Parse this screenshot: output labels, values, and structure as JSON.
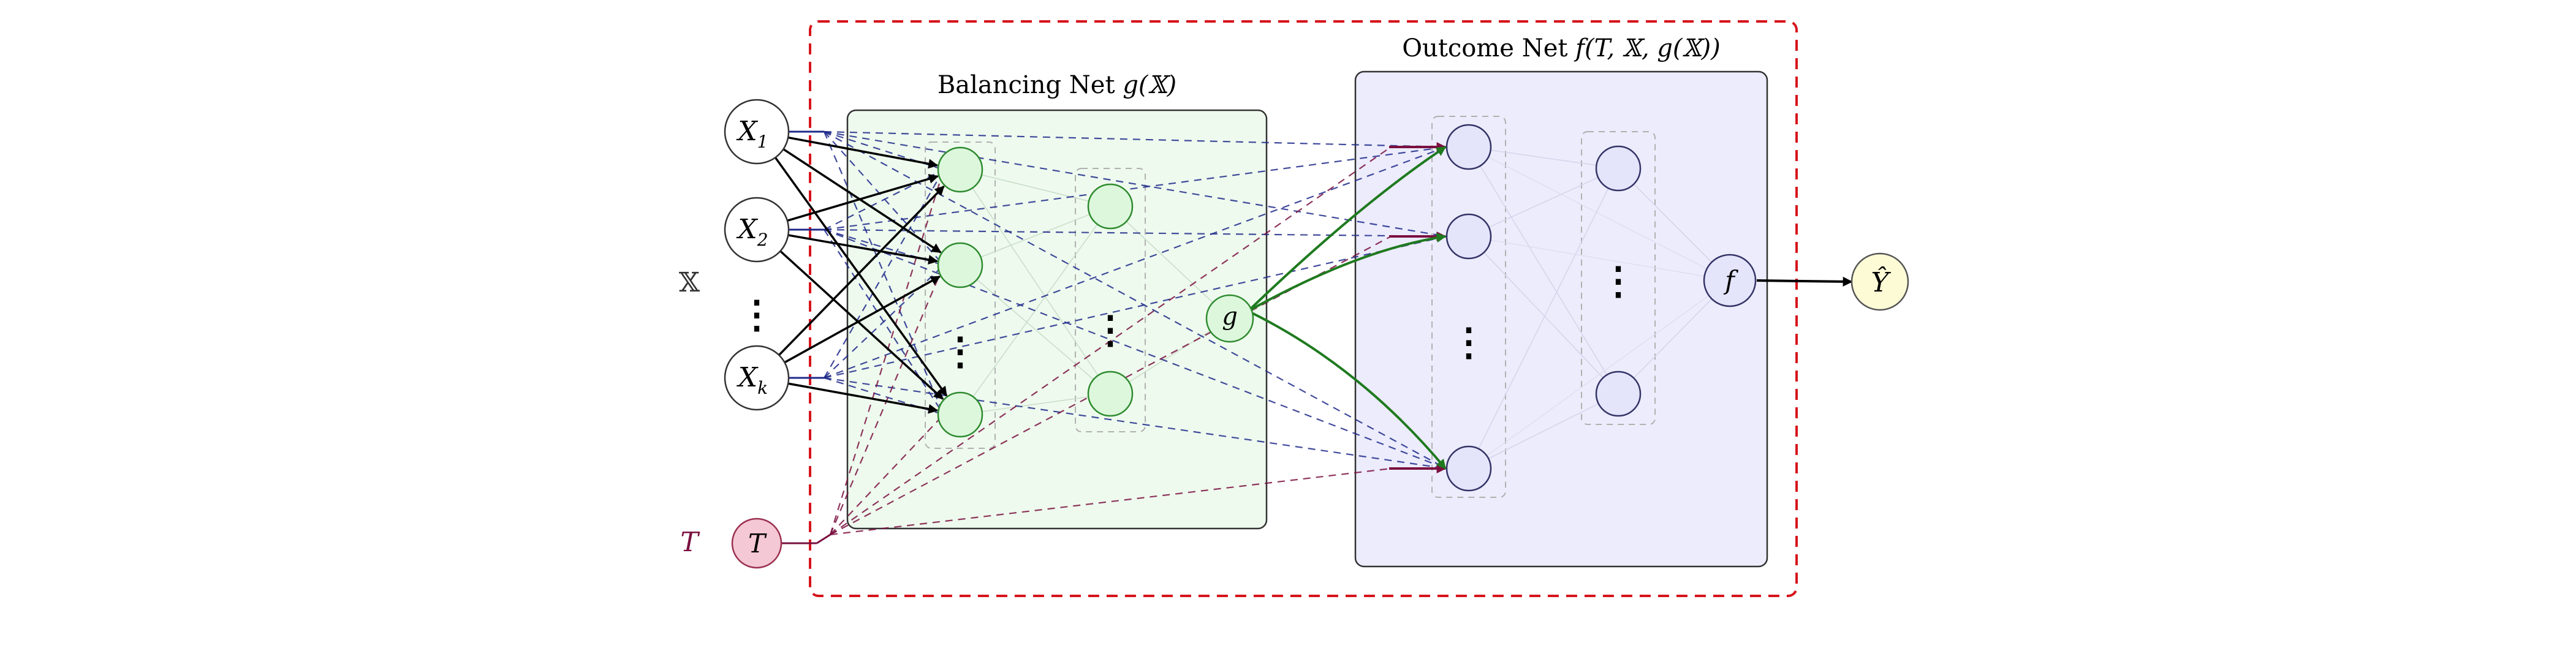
{
  "inputs": [
    {
      "sym": "X",
      "sub": "1"
    },
    {
      "sym": "X",
      "sub": "2"
    },
    {
      "sym": "X",
      "sub": "k"
    }
  ],
  "input_set_label": "𝕏",
  "treatment": {
    "label": "T",
    "node": "T"
  },
  "balancing_net": {
    "title_text": "Balancing Net ",
    "title_math": "g(𝕏)",
    "output_node": "g"
  },
  "outcome_net": {
    "title_text": "Outcome Net ",
    "title_math": "f(T, 𝕏, g(𝕏))",
    "final_node": "f"
  },
  "output": {
    "label": "Ŷ"
  },
  "ellipsis": "⋮",
  "colors": {
    "dashed_box": "#d6141b",
    "balancing_fill": "#eefaee",
    "outcome_fill": "#ececfc",
    "treatment_fill": "#f4c8d4",
    "treatment_line": "#7a1040",
    "covariate_line": "#1e2a8a",
    "g_line": "#1f7a1f",
    "output_fill": "#fdfbd6",
    "green_node": "#ddf7dd",
    "blue_node": "#e4e4fb"
  }
}
